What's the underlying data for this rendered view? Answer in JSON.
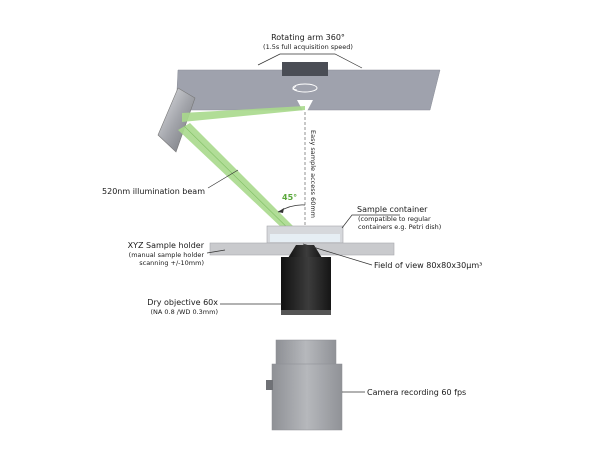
{
  "colors": {
    "arm": "#9fa2ad",
    "beam": "#a9d98c",
    "angle_label": "#5ba83c",
    "objective": "#222222",
    "camera": "#a7a9ad",
    "sample_holder": "#c9cacd",
    "container": "#d6d8dc"
  },
  "labels": {
    "rotating_arm": "Rotating arm 360°",
    "rotating_arm_sub": "(1.5s full acquisition speed)",
    "illumination": "520nm illumination beam",
    "easy_access": "Easy sample access 60mm",
    "angle": "45°",
    "container": "Sample container",
    "container_sub1": "(compatible to regular",
    "container_sub2": "containers e.g. Petri dish)",
    "holder": "XYZ Sample holder",
    "holder_sub1": "(manual sample holder",
    "holder_sub2": "scanning +/-10mm)",
    "fov": "Field of view 80x80x30µm³",
    "objective": "Dry objective 60x",
    "objective_sub": "(NA 0.8 /WD 0.3mm)",
    "camera": "Camera recording 60 fps"
  }
}
